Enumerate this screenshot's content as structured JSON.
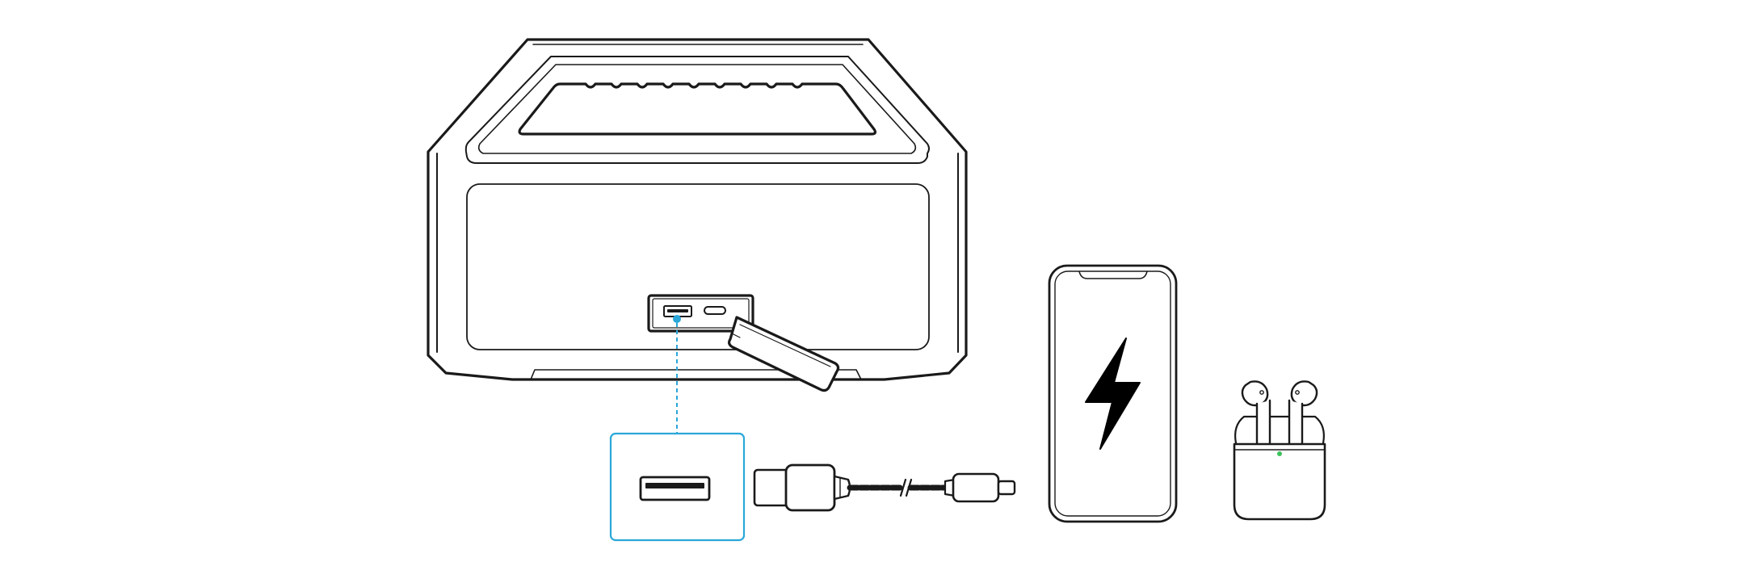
{
  "diagram": {
    "kind": "usb-charging-illustration",
    "components": [
      {
        "name": "speaker",
        "icon": "speaker-icon"
      },
      {
        "name": "usb-a-port-callout",
        "icon": "usb-a-port-icon"
      },
      {
        "name": "usb-cable",
        "icon": "usb-cable-icon"
      },
      {
        "name": "phone",
        "icon": "lightning-bolt-icon"
      },
      {
        "name": "earbuds-case",
        "icon": "earbuds-icon"
      }
    ],
    "colors": {
      "line": "#1a1a1a",
      "callout": "#2aa7d8",
      "led": "#3cc25a",
      "background": "#ffffff"
    }
  }
}
